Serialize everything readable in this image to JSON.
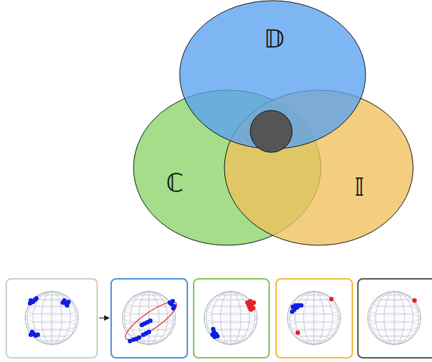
{
  "diagram": {
    "nodes": [
      {
        "text": [
          "𝔻"
        ]
      },
      {
        "text": [
          "ℂ"
        ]
      },
      {
        "text": [
          "𝕀"
        ]
      }
    ]
  }
}
